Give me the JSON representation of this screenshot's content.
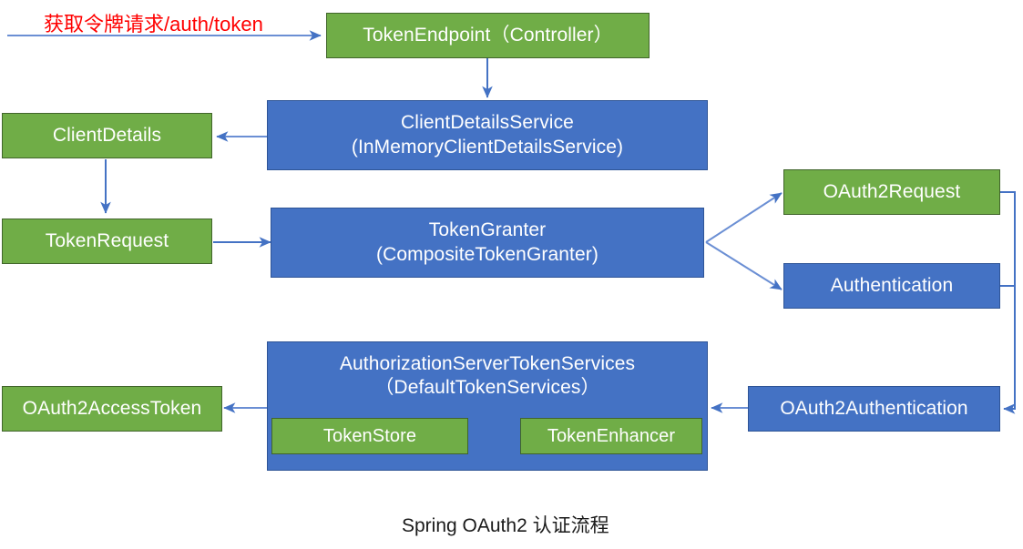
{
  "diagram": {
    "caption": "Spring OAuth2 认证流程",
    "request_label": "获取令牌请求/auth/token",
    "colors": {
      "green_fill": "#70AD47",
      "green_stroke": "#41652B",
      "blue_fill": "#4472C4",
      "blue_stroke": "#2E5496",
      "connector": "#4472C4",
      "label_red": "#FF0000",
      "caption_text": "#1a1a1a",
      "background": "#FFFFFF"
    },
    "nodes": [
      {
        "id": "token-endpoint",
        "label": "TokenEndpoint（Controller）",
        "color": "green"
      },
      {
        "id": "client-details-service",
        "label": "ClientDetailsService\n(InMemoryClientDetailsService)",
        "color": "blue"
      },
      {
        "id": "client-details",
        "label": "ClientDetails",
        "color": "green"
      },
      {
        "id": "token-request",
        "label": "TokenRequest",
        "color": "green"
      },
      {
        "id": "token-granter",
        "label": "TokenGranter\n(CompositeTokenGranter)",
        "color": "blue"
      },
      {
        "id": "oauth2-request",
        "label": "OAuth2Request",
        "color": "green"
      },
      {
        "id": "authentication",
        "label": "Authentication",
        "color": "blue"
      },
      {
        "id": "authorization-server-token-services",
        "label": "AuthorizationServerTokenServices\n（DefaultTokenServices）",
        "color": "blue"
      },
      {
        "id": "token-store",
        "label": "TokenStore",
        "color": "green"
      },
      {
        "id": "token-enhancer",
        "label": "TokenEnhancer",
        "color": "green"
      },
      {
        "id": "oauth2-access-token",
        "label": "OAuth2AccessToken",
        "color": "green"
      },
      {
        "id": "oauth2-authentication",
        "label": "OAuth2Authentication",
        "color": "blue"
      }
    ],
    "edges": [
      {
        "id": "request-to-token-endpoint",
        "from": "request",
        "to": "token-endpoint"
      },
      {
        "id": "token-endpoint-to-client-details-service",
        "from": "token-endpoint",
        "to": "client-details-service"
      },
      {
        "id": "client-details-service-to-client-details",
        "from": "client-details-service",
        "to": "client-details"
      },
      {
        "id": "client-details-to-token-request",
        "from": "client-details",
        "to": "token-request"
      },
      {
        "id": "token-request-to-token-granter",
        "from": "token-request",
        "to": "token-granter"
      },
      {
        "id": "token-granter-to-oauth2-request",
        "from": "token-granter",
        "to": "oauth2-request"
      },
      {
        "id": "token-granter-to-authentication",
        "from": "token-granter",
        "to": "authentication"
      },
      {
        "id": "oauth2-request-authentication-to-oauth2-authentication",
        "from": "oauth2-request+authentication",
        "to": "oauth2-authentication"
      },
      {
        "id": "oauth2-authentication-to-token-services",
        "from": "oauth2-authentication",
        "to": "authorization-server-token-services"
      },
      {
        "id": "token-services-to-oauth2-access-token",
        "from": "authorization-server-token-services",
        "to": "oauth2-access-token"
      }
    ]
  }
}
